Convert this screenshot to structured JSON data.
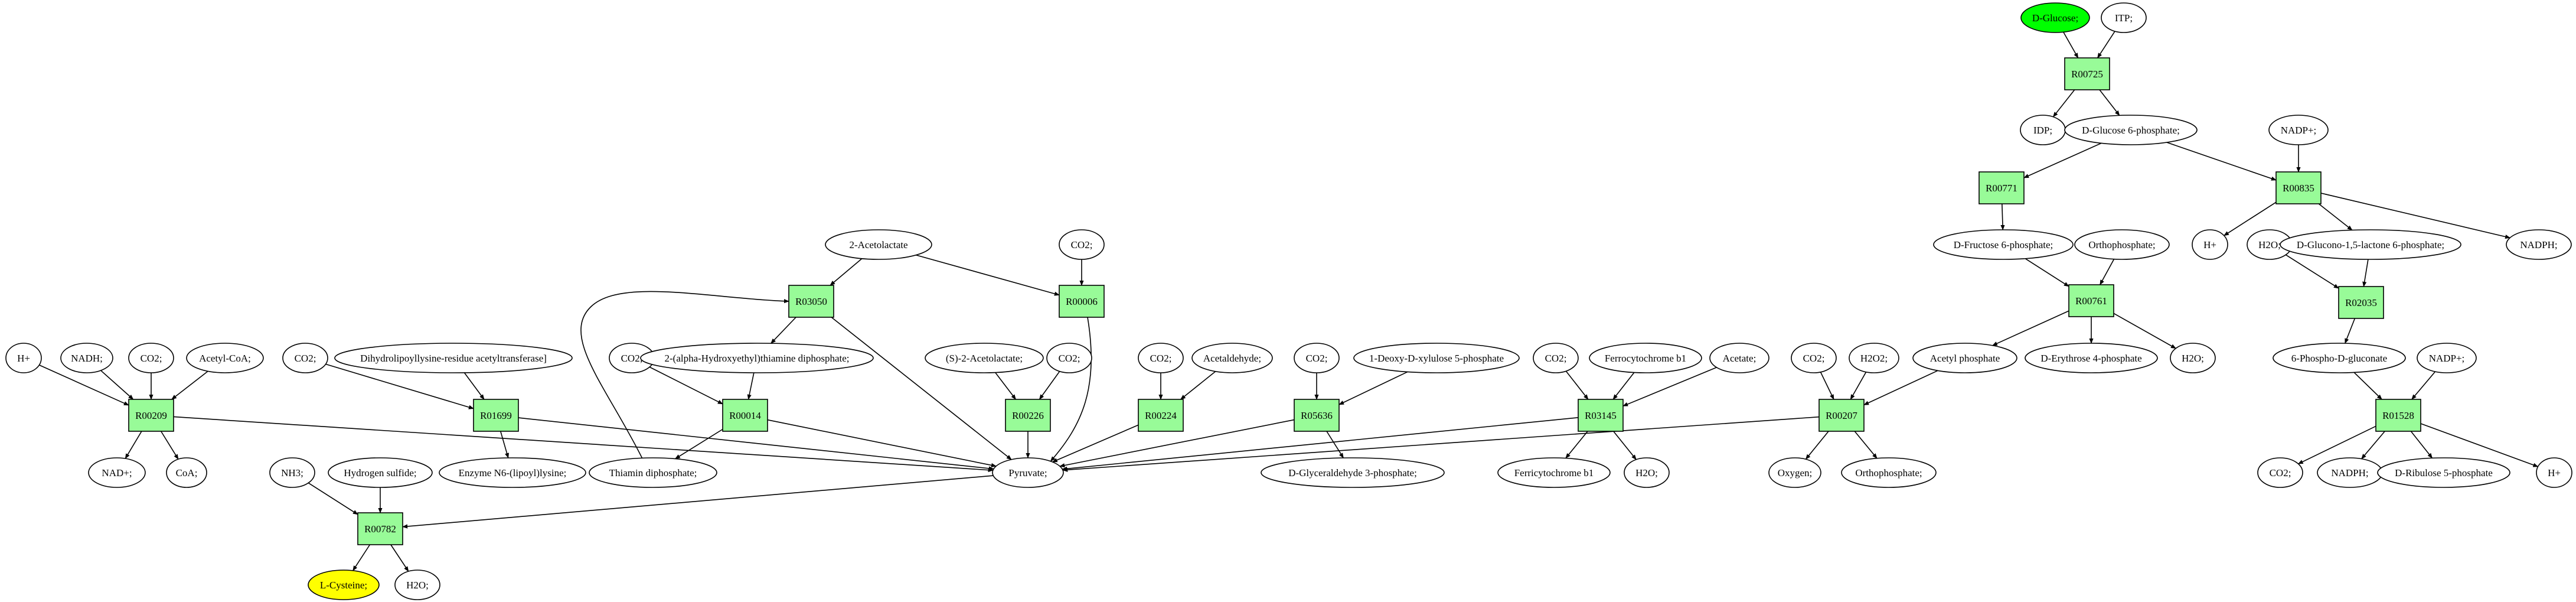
{
  "colors": {
    "reaction_fill": "#98fb98",
    "metabolite_fill": "#ffffff",
    "start_fill": "#00ff00",
    "target_fill": "#ffff00",
    "stroke": "#000000"
  },
  "reactions": [
    {
      "id": "R00725",
      "label": "R00725"
    },
    {
      "id": "R00771",
      "label": "R00771"
    },
    {
      "id": "R00835",
      "label": "R00835"
    },
    {
      "id": "R02035",
      "label": "R02035"
    },
    {
      "id": "R01528",
      "label": "R01528"
    },
    {
      "id": "R00761",
      "label": "R00761"
    },
    {
      "id": "R00207",
      "label": "R00207"
    },
    {
      "id": "R03145",
      "label": "R03145"
    },
    {
      "id": "R05636",
      "label": "R05636"
    },
    {
      "id": "R00224",
      "label": "R00224"
    },
    {
      "id": "R00226",
      "label": "R00226"
    },
    {
      "id": "R00006",
      "label": "R00006"
    },
    {
      "id": "R03050",
      "label": "R03050"
    },
    {
      "id": "R00014",
      "label": "R00014"
    },
    {
      "id": "R01699",
      "label": "R01699"
    },
    {
      "id": "R00209",
      "label": "R00209"
    },
    {
      "id": "R00782",
      "label": "R00782"
    }
  ],
  "metabolites": [
    {
      "id": "dglucose",
      "label": "D-Glucose;",
      "role": "start"
    },
    {
      "id": "itp",
      "label": "ITP;"
    },
    {
      "id": "idp",
      "label": "IDP;"
    },
    {
      "id": "g6p",
      "label": "D-Glucose 6-phosphate;"
    },
    {
      "id": "nadp_plus_1",
      "label": "NADP+;"
    },
    {
      "id": "f6p",
      "label": "D-Fructose 6-phosphate;"
    },
    {
      "id": "orthophos_1",
      "label": "Orthophosphate;"
    },
    {
      "id": "hplus_1",
      "label": "H+"
    },
    {
      "id": "h2o_1",
      "label": "H2O;"
    },
    {
      "id": "glucono",
      "label": "D-Glucono-1,5-lactone 6-phosphate;"
    },
    {
      "id": "nadph_1",
      "label": "NADPH;"
    },
    {
      "id": "acetylphos",
      "label": "Acetyl phosphate"
    },
    {
      "id": "e4p",
      "label": "D-Erythrose 4-phosphate"
    },
    {
      "id": "h2o_2",
      "label": "H2O;"
    },
    {
      "id": "pgluconate",
      "label": "6-Phospho-D-gluconate"
    },
    {
      "id": "nadp_plus_2",
      "label": "NADP+;"
    },
    {
      "id": "co2_r01528",
      "label": "CO2;"
    },
    {
      "id": "nadph_2",
      "label": "NADPH;"
    },
    {
      "id": "ribulose",
      "label": "D-Ribulose 5-phosphate"
    },
    {
      "id": "hplus_2",
      "label": "H+"
    },
    {
      "id": "co2_r00207",
      "label": "CO2;"
    },
    {
      "id": "h2o2",
      "label": "H2O2;"
    },
    {
      "id": "oxygen",
      "label": "Oxygen;"
    },
    {
      "id": "orthophos_2",
      "label": "Orthophosphate;"
    },
    {
      "id": "co2_r03145",
      "label": "CO2;"
    },
    {
      "id": "ferrocyt",
      "label": "Ferrocytochrome b1"
    },
    {
      "id": "acetate",
      "label": "Acetate;"
    },
    {
      "id": "ferricyt",
      "label": "Ferricytochrome b1"
    },
    {
      "id": "h2o_3",
      "label": "H2O;"
    },
    {
      "id": "co2_r05636",
      "label": "CO2;"
    },
    {
      "id": "deoxyxylulose",
      "label": "1-Deoxy-D-xylulose 5-phosphate"
    },
    {
      "id": "gap",
      "label": "D-Glyceraldehyde 3-phosphate;"
    },
    {
      "id": "co2_r00224",
      "label": "CO2;"
    },
    {
      "id": "acetaldehyde",
      "label": "Acetaldehyde;"
    },
    {
      "id": "s_acetolactate",
      "label": "(S)-2-Acetolactate;"
    },
    {
      "id": "co2_r00226",
      "label": "CO2;"
    },
    {
      "id": "acetolactate",
      "label": "2-Acetolactate"
    },
    {
      "id": "co2_r00006",
      "label": "CO2;"
    },
    {
      "id": "co2_r00014",
      "label": "CO2;"
    },
    {
      "id": "hetdp",
      "label": "2-(alpha-Hydroxyethyl)thiamine diphosphate;"
    },
    {
      "id": "thiamin",
      "label": "Thiamin diphosphate;"
    },
    {
      "id": "pyruvate",
      "label": "Pyruvate;"
    },
    {
      "id": "co2_r01699",
      "label": "CO2;"
    },
    {
      "id": "dihydrolipoyl",
      "label": "Dihydrolipoyllysine-residue acetyltransferase]"
    },
    {
      "id": "enzyme_lipoyl",
      "label": "Enzyme N6-(lipoyl)lysine;"
    },
    {
      "id": "hplus_3",
      "label": "H+"
    },
    {
      "id": "nadh",
      "label": "NADH;"
    },
    {
      "id": "co2_r00209",
      "label": "CO2;"
    },
    {
      "id": "acetylcoa",
      "label": "Acetyl-CoA;"
    },
    {
      "id": "nad_plus",
      "label": "NAD+;"
    },
    {
      "id": "coa",
      "label": "CoA;"
    },
    {
      "id": "nh3",
      "label": "NH3;"
    },
    {
      "id": "h2s",
      "label": "Hydrogen sulfide;"
    },
    {
      "id": "lcysteine",
      "label": "L-Cysteine;",
      "role": "target"
    },
    {
      "id": "h2o_4",
      "label": "H2O;"
    }
  ]
}
